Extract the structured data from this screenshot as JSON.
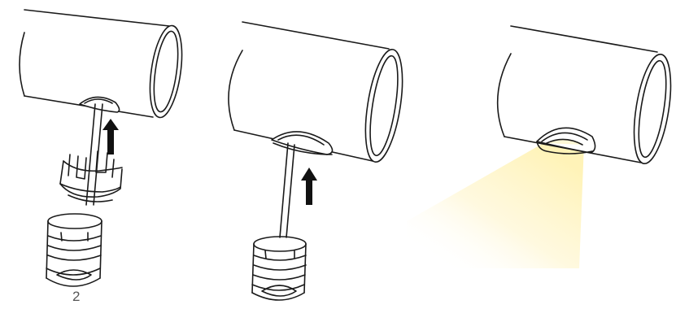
{
  "diagram": {
    "step_number": "2",
    "panels": [
      {
        "id": "insert-clip",
        "description_icon": "pipe-with-clip-and-plug"
      },
      {
        "id": "clip-seated",
        "description_icon": "pipe-with-seated-clip-and-plug"
      },
      {
        "id": "light-installed",
        "description_icon": "pipe-with-light-beam"
      }
    ],
    "colors": {
      "line": "#1a1a1a",
      "light_beam": "#fff6c8",
      "arrow": "#111111"
    }
  }
}
